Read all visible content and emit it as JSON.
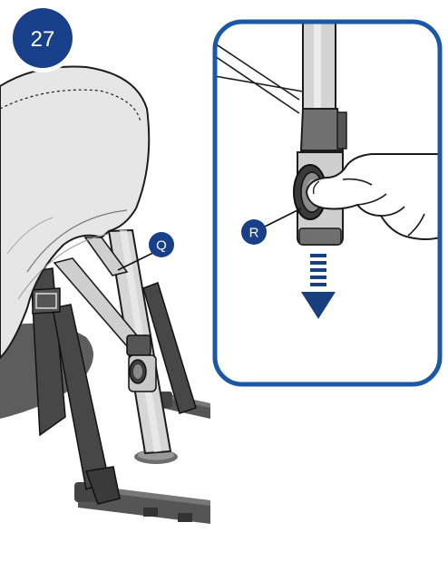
{
  "step_number": "27",
  "callouts": {
    "q": "Q",
    "r": "R"
  },
  "colors": {
    "accent": "#173f8a",
    "detail_frame": "#1a57a6",
    "arrow": "#1a3f7e",
    "strap": "#474747",
    "seat_fabric": "#e6e6e6",
    "tube": "#d4d4d4",
    "skin": "#ffffff"
  },
  "icons": [
    "down-arrow-icon",
    "hand-icon",
    "release-button-icon"
  ]
}
